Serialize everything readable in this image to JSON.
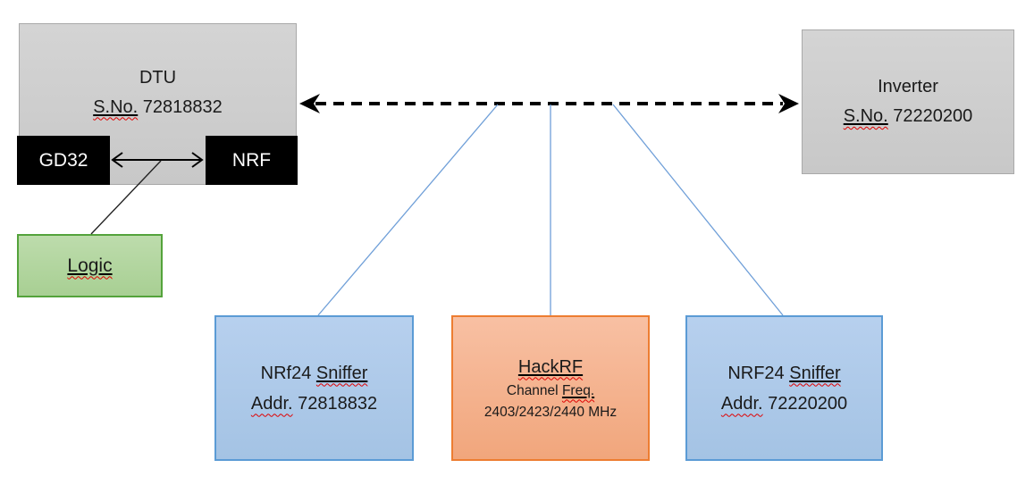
{
  "diagram": {
    "title_implicit": "DTU / Inverter RF sniffing setup",
    "dtu": {
      "name": "DTU",
      "sn_label": "S.No.",
      "serial": "72818832",
      "gd32_label": "GD32",
      "nrf_label": "NRF"
    },
    "logic": {
      "label": "Logic"
    },
    "inverter": {
      "name": "Inverter",
      "sn_label": "S.No.",
      "serial": "72220200"
    },
    "sniffer1": {
      "line1_prefix": "NRf24",
      "line1_word": "Sniffer",
      "addr_label": "Addr.",
      "address": "72818832"
    },
    "hackrf": {
      "title": "HackRF",
      "channel_word": "Channel",
      "freq_word": "Freq.",
      "frequencies": "2403/2423/2440 MHz"
    },
    "sniffer2": {
      "line1_prefix": "NRF24",
      "line1_word": "Sniffer",
      "addr_label": "Addr.",
      "address": "72220200"
    },
    "edges": [
      {
        "from": "DTU",
        "to": "Inverter",
        "style": "dashed-double-arrow-black"
      },
      {
        "from": "GD32",
        "to": "NRF",
        "style": "double-arrow-black"
      },
      {
        "from": "GD32-NRF-link",
        "to": "Logic",
        "style": "thin-line-black"
      },
      {
        "from": "RF-link",
        "to": "NRf24 Sniffer Addr. 72818832",
        "style": "thin-line-blue"
      },
      {
        "from": "RF-link",
        "to": "HackRF",
        "style": "thin-line-blue"
      },
      {
        "from": "RF-link",
        "to": "NRF24 Sniffer Addr. 72220200",
        "style": "thin-line-blue"
      }
    ],
    "colors": {
      "device_gray_fill": "#cdcdcd",
      "device_gray_border": "#a9a9a9",
      "chip_black": "#000000",
      "logic_green_fill": "#b0d49e",
      "logic_green_border": "#54a33b",
      "sniffer_blue_fill": "#aec9e8",
      "sniffer_blue_border": "#5b9bd5",
      "hackrf_orange_fill": "#f4b18e",
      "hackrf_orange_border": "#ed7d31",
      "tap_line_blue": "#6f9fd8",
      "spellcheck_red": "#e00000"
    }
  }
}
